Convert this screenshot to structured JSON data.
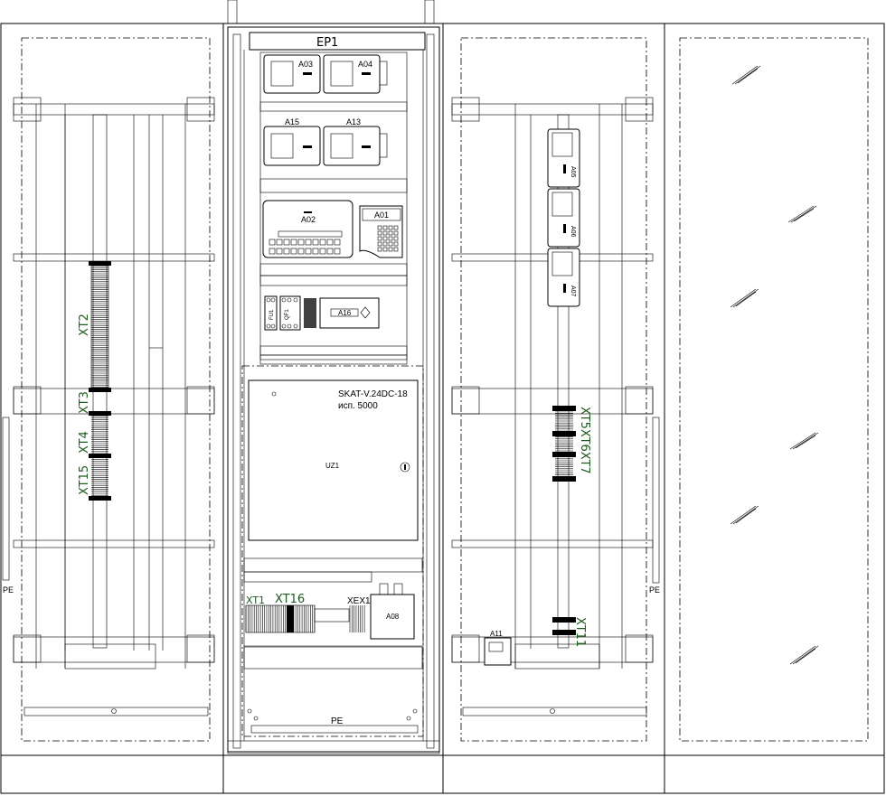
{
  "center_cabinet": {
    "mounting_plate": "EP1",
    "modules_row1": [
      "A03",
      "A04"
    ],
    "modules_row2": [
      "A15",
      "A13"
    ],
    "controller": "A02",
    "keypad": "A01",
    "row4": {
      "fuse": "FU1",
      "breaker": "QF1",
      "module": "A16"
    },
    "power_supply": {
      "model": "SKAT-V.24DC-18",
      "variant": "исп.  5000",
      "ref": "UZ1"
    },
    "terminals": {
      "xt1": "XT1",
      "xt16": "XT16",
      "xex1": "XEX1"
    },
    "junction_box": "A08",
    "ground": "PE"
  },
  "left_door": {
    "terminals": [
      "XT2",
      "XT3",
      "XT4",
      "XT15"
    ],
    "ground": "PE"
  },
  "right_door": {
    "modules": [
      "A05",
      "A06",
      "A07"
    ],
    "terminals": "XT5XT6XT7",
    "terminal_bottom": "XT11",
    "small_module": "A11",
    "ground": "PE"
  }
}
